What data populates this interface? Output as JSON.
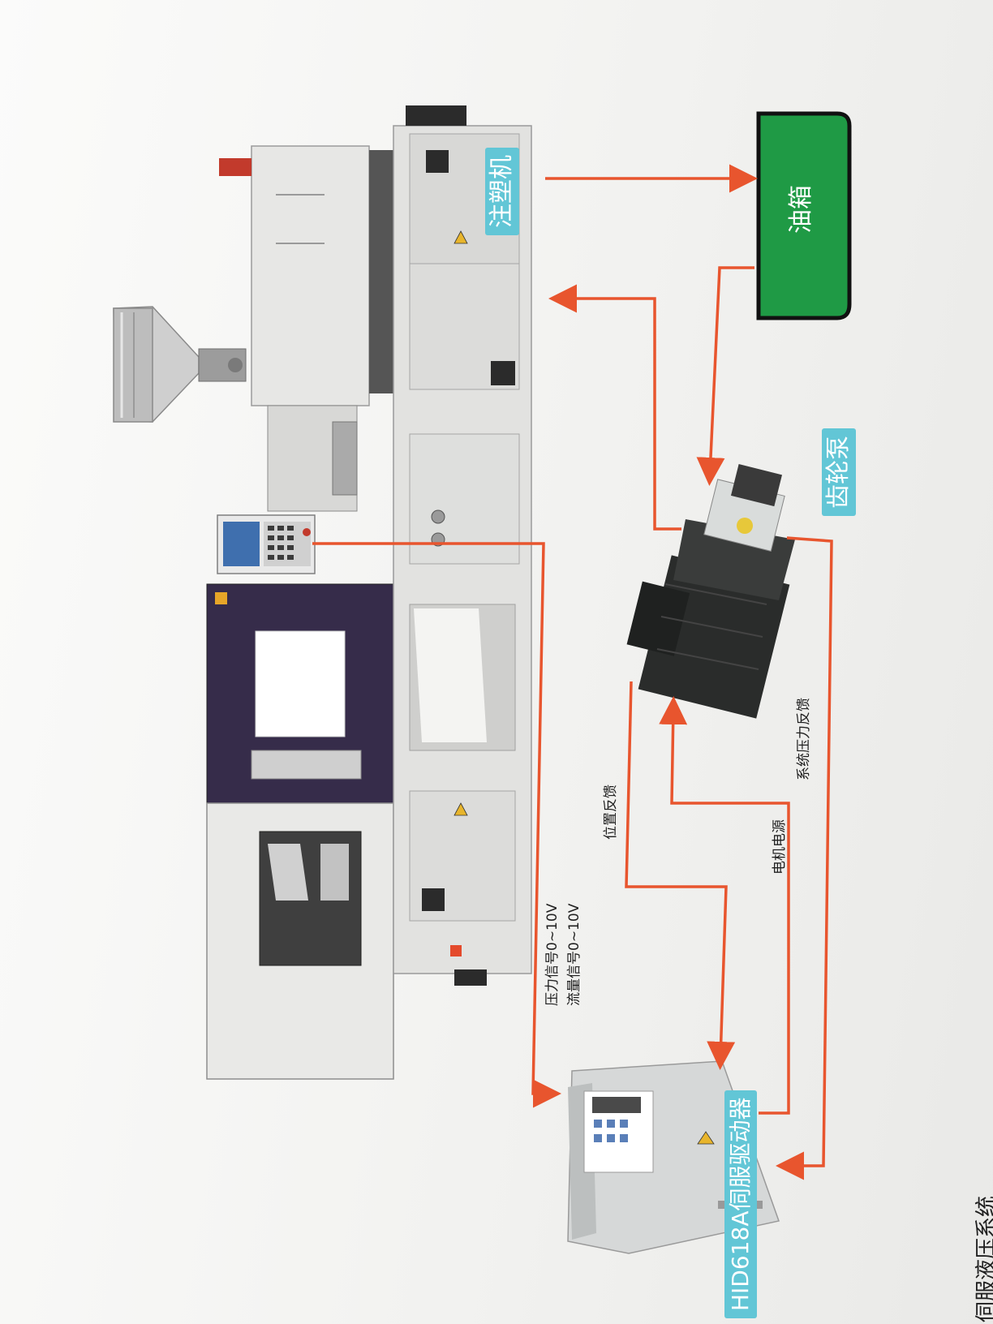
{
  "labels": {
    "machine": "注塑机",
    "oil_tank": "油箱",
    "gear_pump": "齿轮泵",
    "drive": "HID618A伺服驱动器",
    "position_feedback": "位置反馈",
    "motor_power": "电机电源",
    "system_pressure_feedback": "系统压力反馈",
    "pressure_signal": "压力信号0~10V",
    "flow_signal": "流量信号0~10V",
    "bottom_caption": "伺服液压系统"
  },
  "colors": {
    "arrow": "#e8552e",
    "oil_tank": "#1f9a45",
    "tag": "#62c6d6",
    "machine_body": "#e4e4e2",
    "motor": "#2a2c2b"
  }
}
